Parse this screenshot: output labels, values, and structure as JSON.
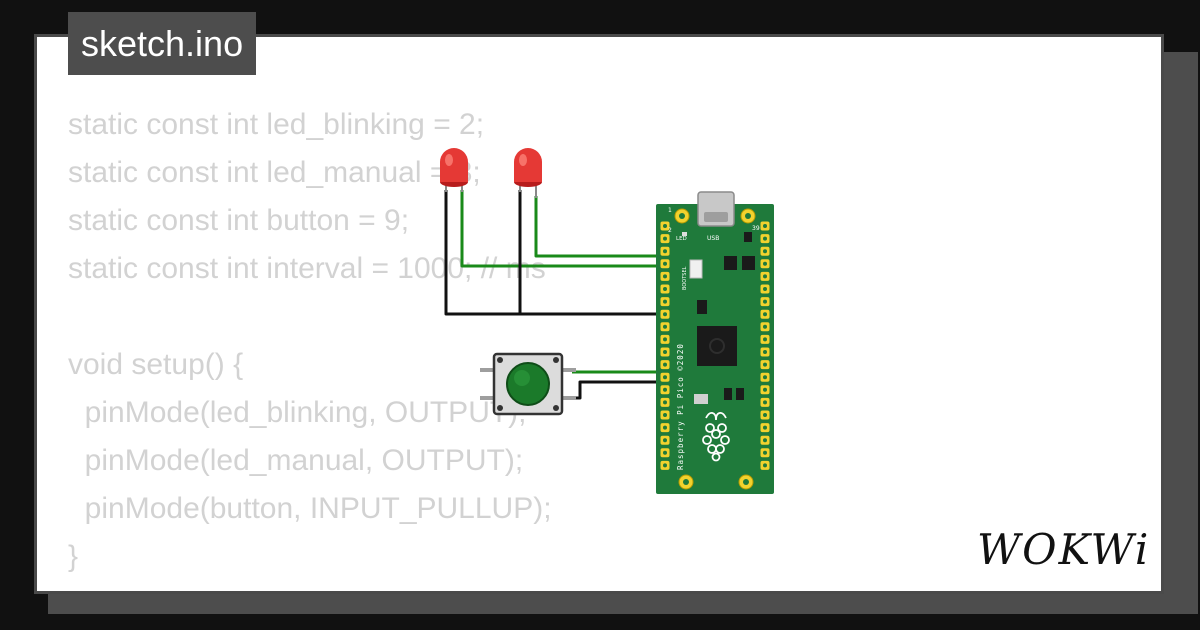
{
  "tab": {
    "filename": "sketch.ino"
  },
  "code_lines": [
    "static const int led_blinking = 2;",
    "static const int led_manual = 3;",
    "static const int button = 9;",
    "static const int interval = 1000; // ms",
    "",
    "void setup() {",
    "  pinMode(led_blinking, OUTPUT);",
    "  pinMode(led_manual, OUTPUT);",
    "  pinMode(button, INPUT_PULLUP);",
    "}"
  ],
  "board": {
    "labels": {
      "pin_1": "1",
      "pin_2": "2",
      "pin_39": "39",
      "led": "LED",
      "usb": "USB",
      "bootsel": "BOOTSEL",
      "name": "Raspberry Pi Pico ©2020"
    }
  },
  "brand": {
    "name": "WOKWi"
  },
  "colors": {
    "background": "#111111",
    "card": "#ffffff",
    "tab": "#4d4d4d",
    "code_text": "#d2d2d2",
    "board": "#1f7a3b",
    "wire_green": "#1a8a1a",
    "wire_black": "#111111",
    "led_red": "#e53935",
    "button_green": "#1b7a2a"
  }
}
